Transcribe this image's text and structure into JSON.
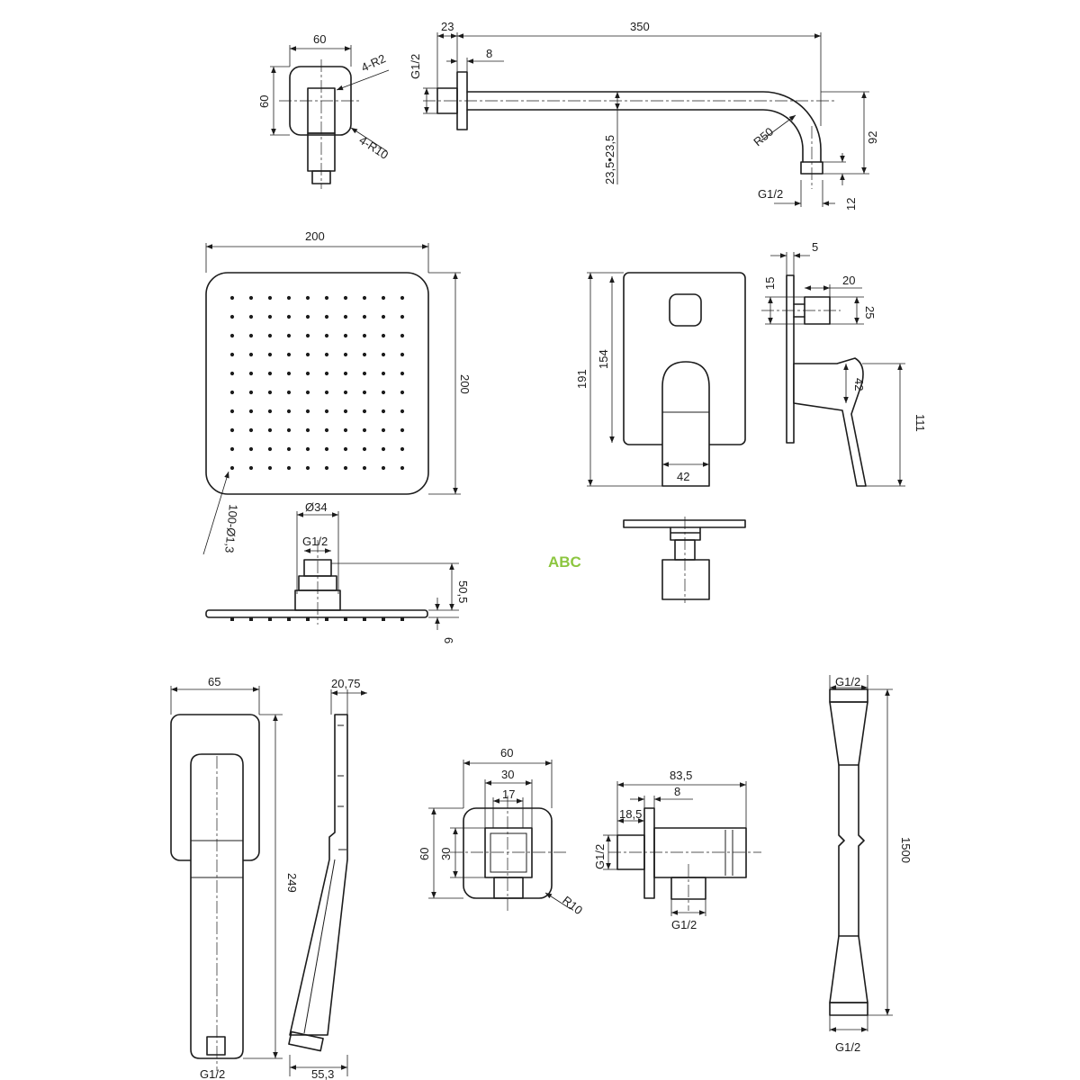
{
  "brand": {
    "text": "ABC",
    "color": "#8cc63f"
  },
  "arm_plate": {
    "width": "60",
    "height": "60",
    "corner_outer": "4-R2",
    "corner_inner": "4-R10"
  },
  "shower_arm": {
    "offset": "23",
    "length": "350",
    "plate": "8",
    "thread_left": "G1/2",
    "thread_right": "G1/2",
    "bend_radius": "R50",
    "section": "23,5•23,5",
    "drop": "92",
    "stub": "12"
  },
  "head_top": {
    "width": "200",
    "height": "200",
    "nozzles": "100-Ø1,3"
  },
  "head_side": {
    "neck_diameter": "Ø34",
    "thread": "G1/2",
    "height": "50,5",
    "plate": "6"
  },
  "mixer_front": {
    "plate_height": "191",
    "inner_height": "154",
    "handle_width": "42"
  },
  "mixer_side": {
    "plate": "5",
    "body_offset": "20",
    "body_width": "15",
    "body_height": "25",
    "lever_height": "42",
    "depth": "111"
  },
  "hand_shower_front": {
    "width": "65",
    "length": "249",
    "thread": "G1/2"
  },
  "hand_shower_side": {
    "head": "20,75",
    "base": "55,3"
  },
  "outlet_front": {
    "width": "60",
    "inner_width": "30",
    "hole": "17",
    "height": "60",
    "inner_height": "30",
    "radius": "R10"
  },
  "outlet_side": {
    "depth": "83,5",
    "plate": "8",
    "offset": "18,5",
    "thread_in": "G1/2",
    "thread_out": "G1/2"
  },
  "hose": {
    "thread_top": "G1/2",
    "thread_bottom": "G1/2",
    "length": "1500"
  }
}
